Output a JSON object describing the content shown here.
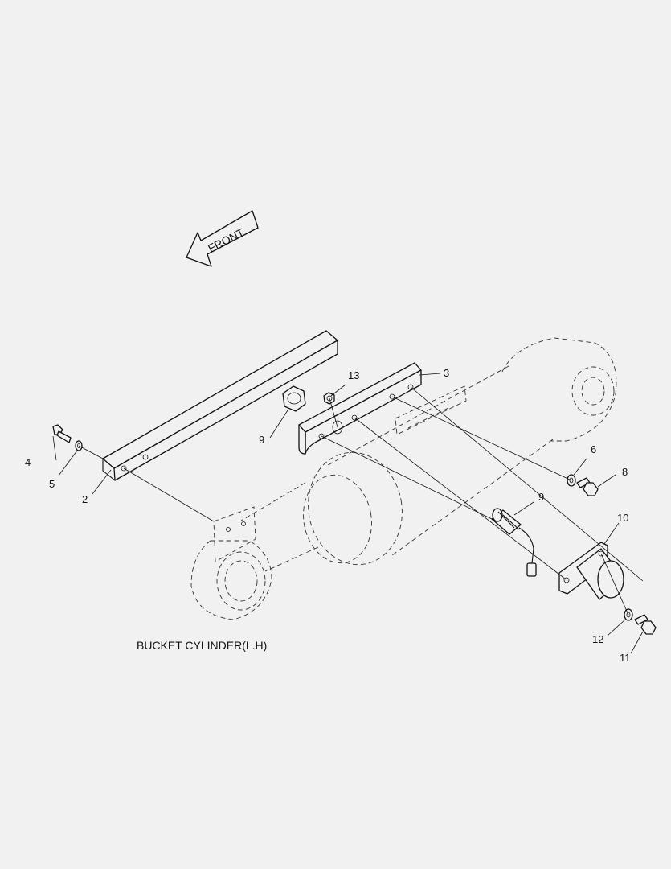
{
  "caption": "BUCKET CYLINDER(L.H)",
  "front_arrow_label": "FRONT",
  "callouts": {
    "c2": "2",
    "c3": "3",
    "c4": "4",
    "c5": "5",
    "c6": "6",
    "c8": "8",
    "c9a": "9",
    "c9b": "9",
    "c10": "10",
    "c11": "11",
    "c12": "12",
    "c13": "13"
  }
}
